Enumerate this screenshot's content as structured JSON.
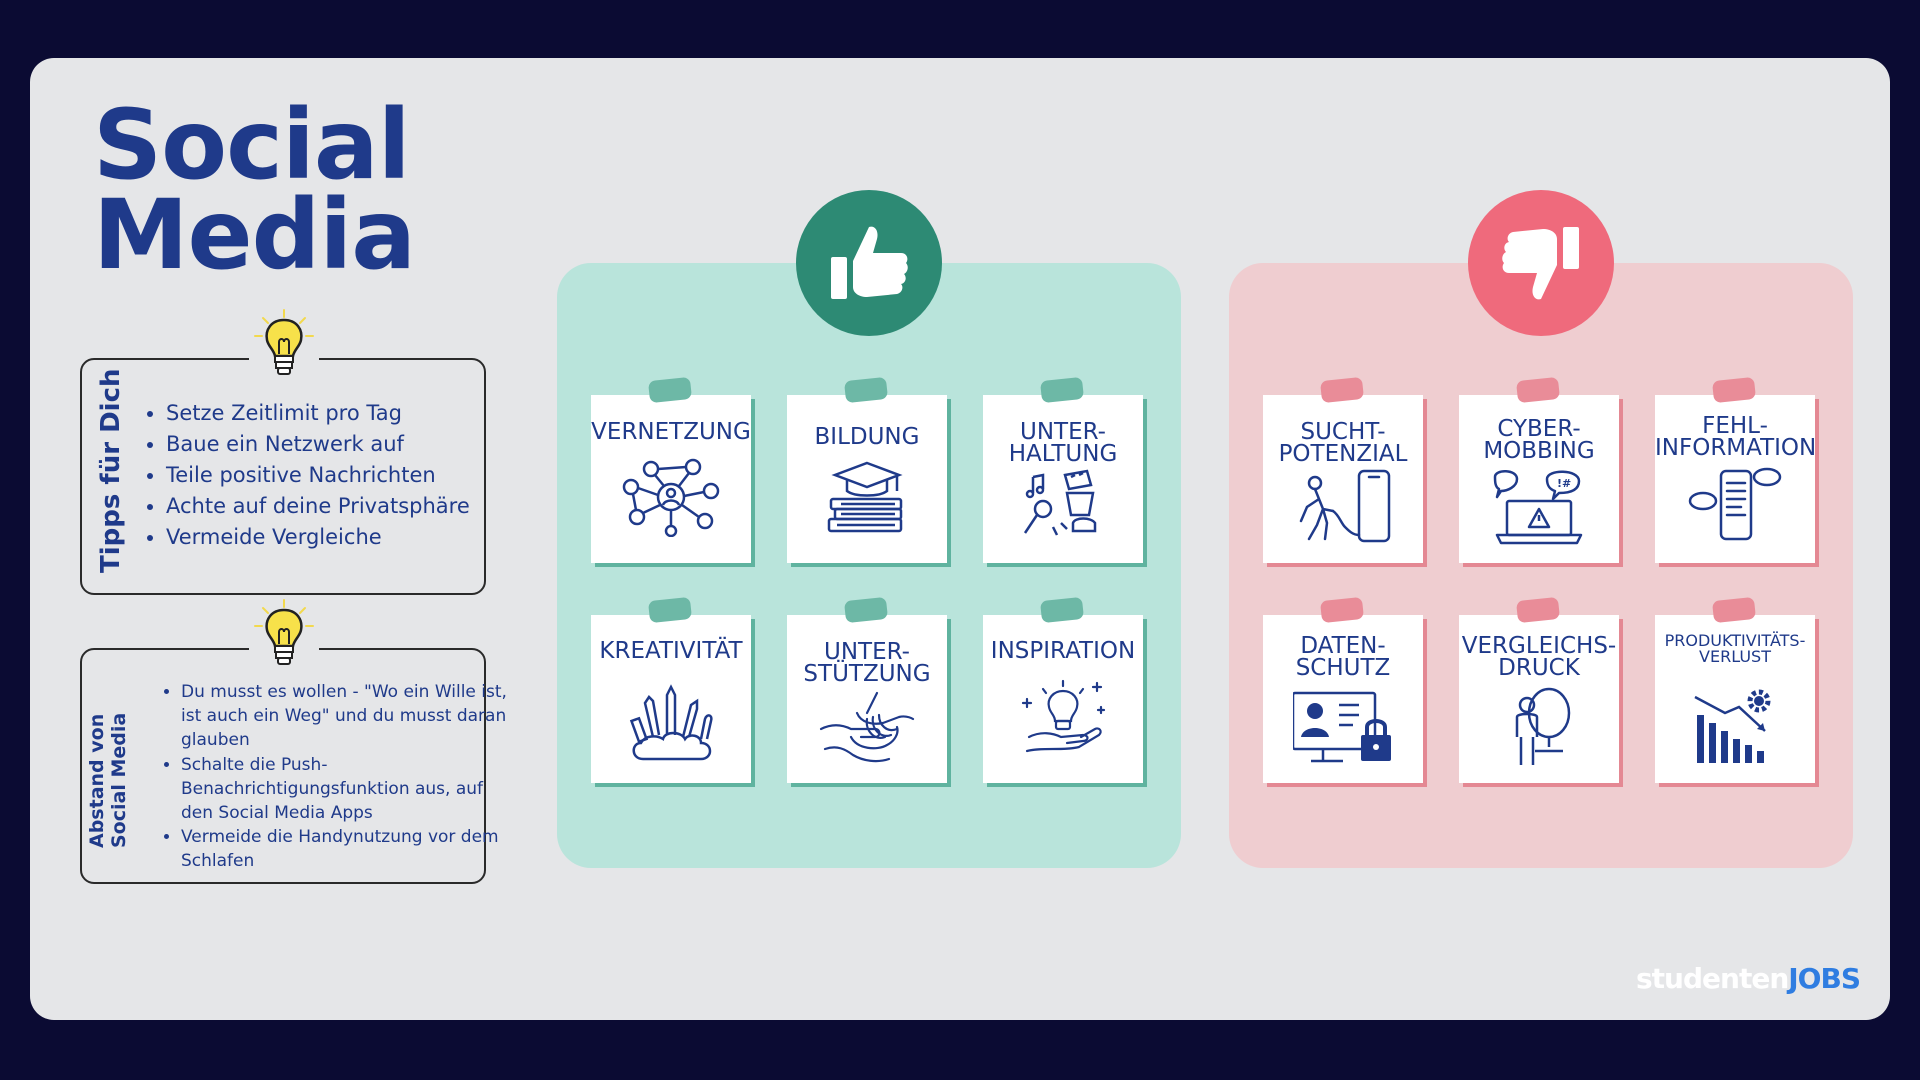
{
  "title": {
    "line1": "Social",
    "line2": "Media"
  },
  "tips_section": {
    "label": "Tipps für Dich",
    "items": [
      "Setze Zeitlimit pro Tag",
      "Baue ein Netzwerk auf",
      "Teile positive Nachrichten",
      "Achte auf deine Privatsphäre",
      "Vermeide Vergleiche"
    ]
  },
  "distance_section": {
    "label_line1": "Abstand von",
    "label_line2": "Social Media",
    "items": [
      "Du musst es wollen - \"Wo ein Wille ist, ist auch ein Weg\" und du musst daran glauben",
      "Schalte die Push-Benachrichtigungsfunktion aus, auf den Social Media Apps",
      "Vermeide die Handynutzung vor dem Schlafen"
    ]
  },
  "pros": {
    "icon": "thumbs-up-icon",
    "color": "#2d8a74",
    "cards": [
      {
        "label": "VERNETZUNG",
        "icon": "network-icon"
      },
      {
        "label": "BILDUNG",
        "icon": "graduation-books-icon"
      },
      {
        "label": "UNTER-\nHALTUNG",
        "icon": "entertainment-icon"
      },
      {
        "label": "KREATIVITÄT",
        "icon": "art-supplies-icon"
      },
      {
        "label": "UNTER-\nSTÜTZUNG",
        "icon": "helping-hands-icon"
      },
      {
        "label": "INSPIRATION",
        "icon": "lightbulb-hand-icon"
      }
    ]
  },
  "cons": {
    "icon": "thumbs-down-icon",
    "color": "#ef6a7c",
    "cards": [
      {
        "label": "SUCHT-\nPOTENZIAL",
        "icon": "phone-chain-icon"
      },
      {
        "label": "CYBER-\nMOBBING",
        "icon": "laptop-warning-icon"
      },
      {
        "label": "FEHL-\nINFORMATION",
        "icon": "fake-news-phone-icon"
      },
      {
        "label": "DATEN-\nSCHUTZ",
        "icon": "monitor-lock-icon"
      },
      {
        "label": "VERGLEICHS-\nDRUCK",
        "icon": "people-mirror-icon"
      },
      {
        "label": "PRODUKTIVITÄTS-\nVERLUST",
        "icon": "declining-chart-icon"
      }
    ]
  },
  "logo": {
    "part1": "studenten",
    "part2": "JOBS"
  }
}
